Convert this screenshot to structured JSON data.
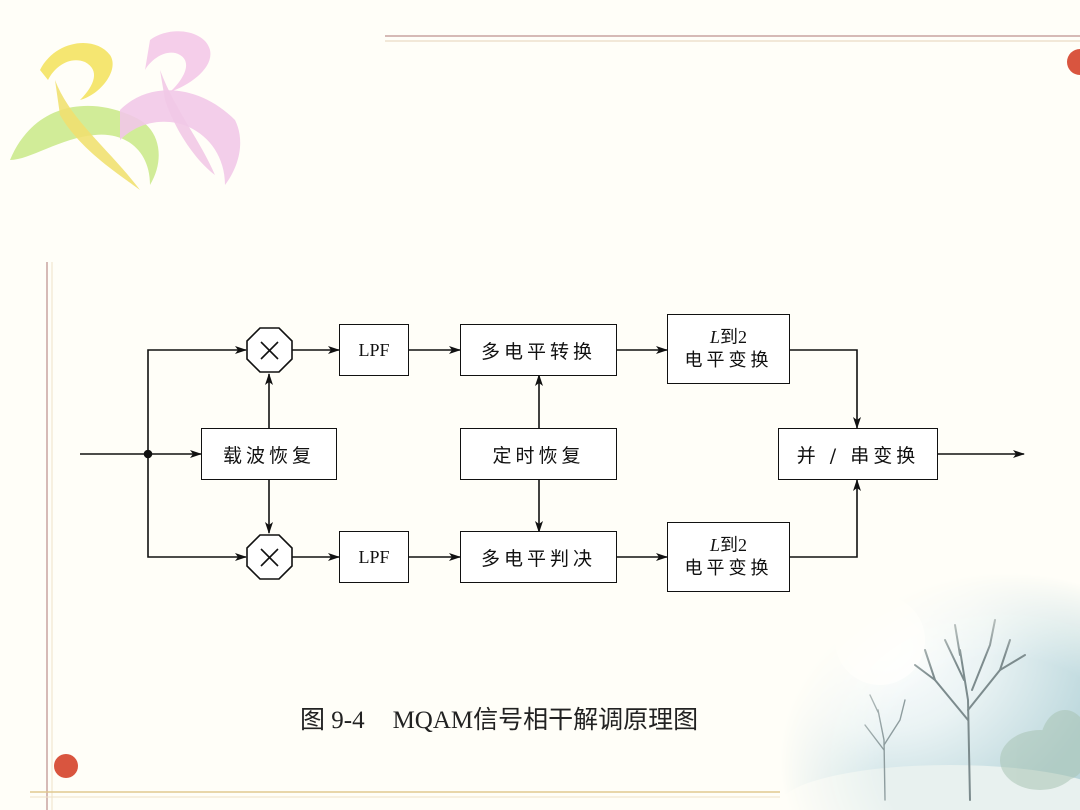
{
  "diagram": {
    "blocks": {
      "lpf_top": "LPF",
      "lpf_bottom": "LPF",
      "carrier_recovery": "载波恢复",
      "timing_recovery": "定时恢复",
      "multilevel_convert": "多电平转换",
      "multilevel_decision": "多电平判决",
      "level_conv_top_var": "L",
      "level_conv_top_rest": "到2",
      "level_conv_top_line2": "电平变换",
      "level_conv_bottom_var": "L",
      "level_conv_bottom_rest": "到2",
      "level_conv_bottom_line2": "电平变换",
      "parallel_serial": "并 / 串变换"
    },
    "multiplier_symbol": "×"
  },
  "caption": {
    "number": "图 9-4",
    "text": "MQAM信号相干解调原理图"
  },
  "colors": {
    "line": "#111111",
    "accent_dot": "#d9553f",
    "rule_top": "#c9a3a0",
    "rule_bottom": "#e0c890"
  }
}
